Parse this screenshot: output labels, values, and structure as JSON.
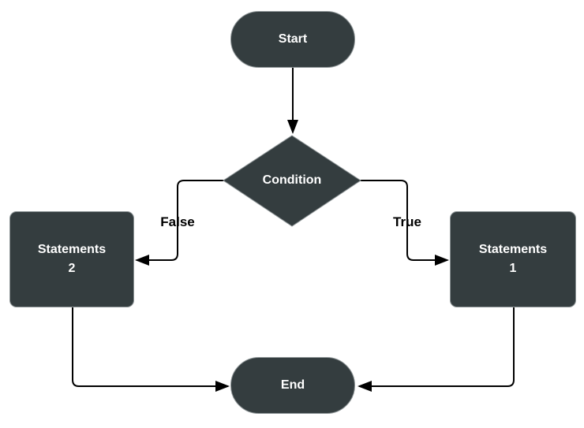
{
  "colors": {
    "background": "#ffffff",
    "node_fill": "#343d3f",
    "node_stroke": "#8d9496",
    "node_text": "#ffffff",
    "edge_color": "#000000",
    "edge_label_text": "#000000"
  },
  "nodes": {
    "start": {
      "label": "Start",
      "type": "terminator"
    },
    "condition": {
      "label": "Condition",
      "type": "decision"
    },
    "statements2": {
      "label": "Statements",
      "sublabel": "2",
      "type": "process"
    },
    "statements1": {
      "label": "Statements",
      "sublabel": "1",
      "type": "process"
    },
    "end": {
      "label": "End",
      "type": "terminator"
    }
  },
  "edge_labels": {
    "false_branch": "False",
    "true_branch": "True"
  }
}
